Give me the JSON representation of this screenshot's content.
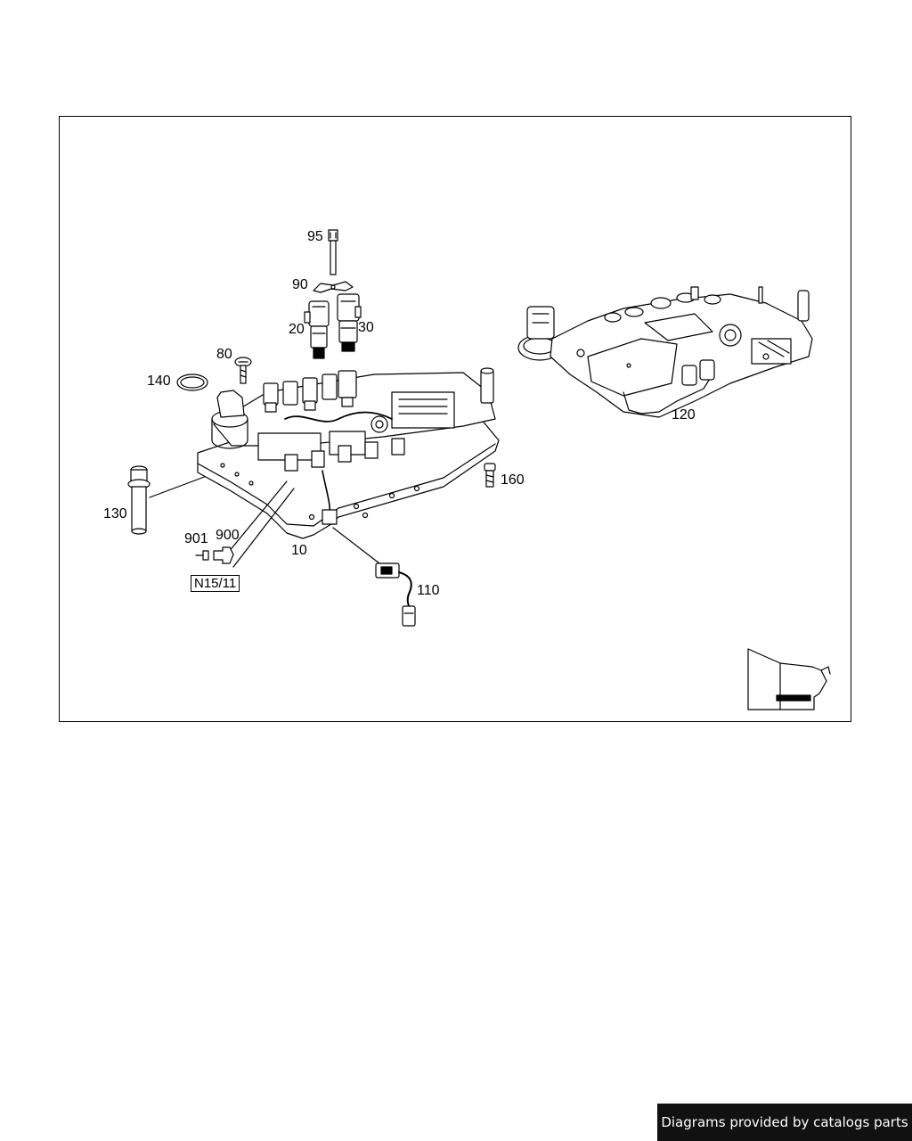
{
  "diagram": {
    "callouts": {
      "c95": "95",
      "c90": "90",
      "c20": "20",
      "c30": "30",
      "c80": "80",
      "c140": "140",
      "c120": "120",
      "c160": "160",
      "c130": "130",
      "c901": "901",
      "c900": "900",
      "c10": "10",
      "c110": "110",
      "n1511": "N15/11"
    }
  },
  "footer": {
    "text": "Diagrams provided by catalogs parts"
  },
  "colors": {
    "line": "#000000",
    "background": "#ffffff",
    "banner": "#111111"
  }
}
